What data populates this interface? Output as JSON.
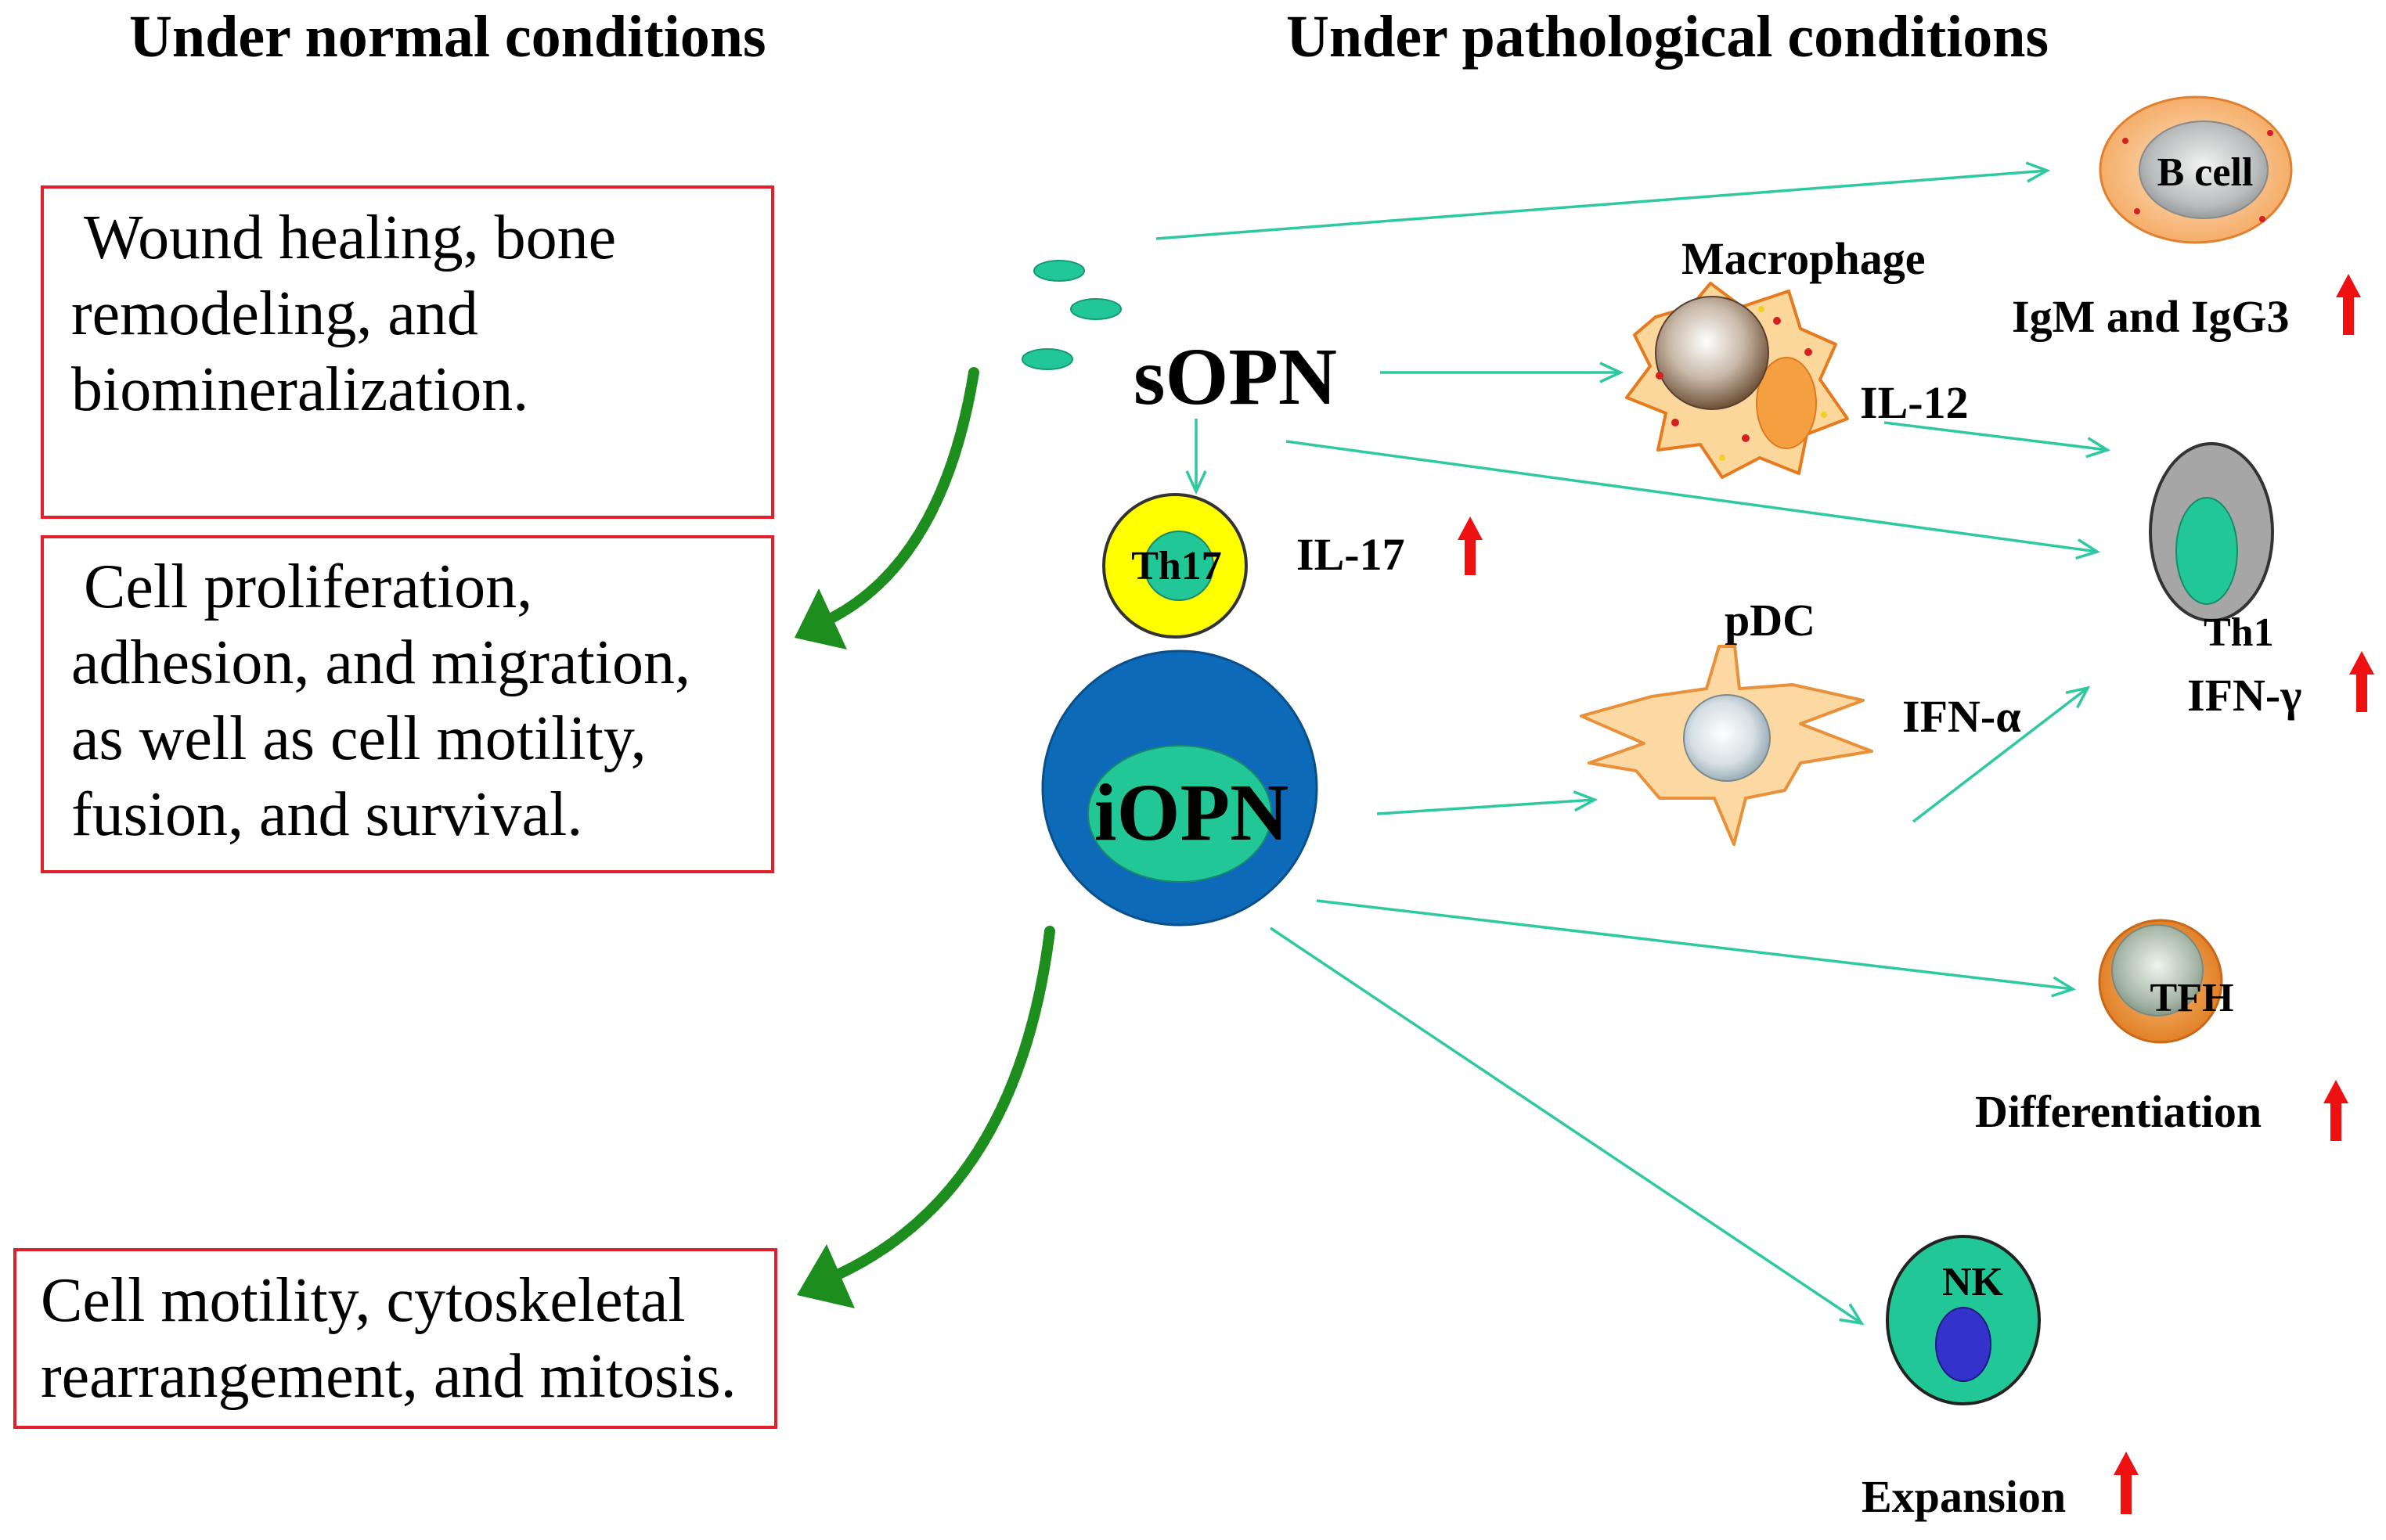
{
  "headings": {
    "normal": "Under normal conditions",
    "pathological": "Under pathological conditions"
  },
  "normal_boxes": [
    {
      "lines": [
        "Wound healing, bone",
        "remodeling, and",
        "biomineralization."
      ]
    },
    {
      "lines": [
        "Cell proliferation,",
        "adhesion, and migration,",
        "as well as cell motility,",
        "fusion, and survival."
      ]
    },
    {
      "lines": [
        "Cell motility, cytoskeletal",
        "rearrangement, and mitosis."
      ]
    }
  ],
  "molecules": {
    "sopn": "sOPN",
    "iopn": "iOPN"
  },
  "cells": {
    "th17": "Th17",
    "macrophage": "Macrophage",
    "b_cell": "B cell",
    "th1": "Th1",
    "pdc": "pDC",
    "tfh": "TFH",
    "nk": "NK"
  },
  "cytokines": {
    "il17": "IL-17",
    "il12": "IL-12",
    "ifn_gamma": "IFN-γ",
    "ifn_alpha": "IFN-α"
  },
  "outcomes": {
    "antibodies": "IgM and IgG3",
    "tfh": "Differentiation",
    "nk": "Expansion"
  },
  "colors": {
    "box_border": "#e0202a",
    "teal": "#22c798",
    "iopn_blue": "#0d6ab8",
    "th17_yellow": "#ffff00",
    "nk_nucleus": "#3333cc",
    "green_arrow": "#1d8d1d",
    "increase_arrow": "#ee1111"
  }
}
